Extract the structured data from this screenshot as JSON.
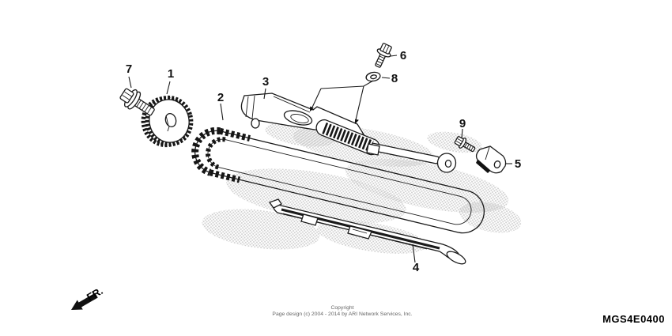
{
  "page": {
    "diagram_code": "MGS4E0400",
    "front_label": "FR.",
    "copyright": {
      "line1": "Copyright",
      "line2": "Page design (c) 2004 - 2014 by ARI Network Services, Inc."
    }
  },
  "parts": [
    {
      "ref": "1"
    },
    {
      "ref": "2"
    },
    {
      "ref": "3"
    },
    {
      "ref": "4"
    },
    {
      "ref": "5"
    },
    {
      "ref": "6"
    },
    {
      "ref": "7"
    },
    {
      "ref": "8"
    },
    {
      "ref": "9"
    }
  ]
}
